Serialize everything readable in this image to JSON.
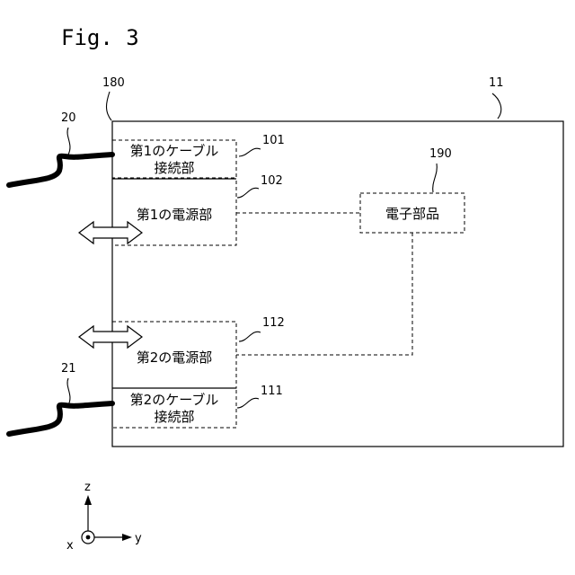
{
  "figure": {
    "title": "Fig. 3"
  },
  "refs": {
    "device": "11",
    "side_wall": "180",
    "cable_1": "20",
    "cable_2": "21",
    "connector_1": "101",
    "power_1": "102",
    "electronic": "190",
    "power_2": "112",
    "connector_2": "111"
  },
  "labels": {
    "connector_1_line1": "第1のケーブル",
    "connector_1_line2": "接続部",
    "power_1": "第1の電源部",
    "electronic": "電子部品",
    "power_2": "第2の電源部",
    "connector_2_line1": "第2のケーブル",
    "connector_2_line2": "接続部"
  },
  "axes": {
    "z": "z",
    "x": "x",
    "y": "y"
  }
}
